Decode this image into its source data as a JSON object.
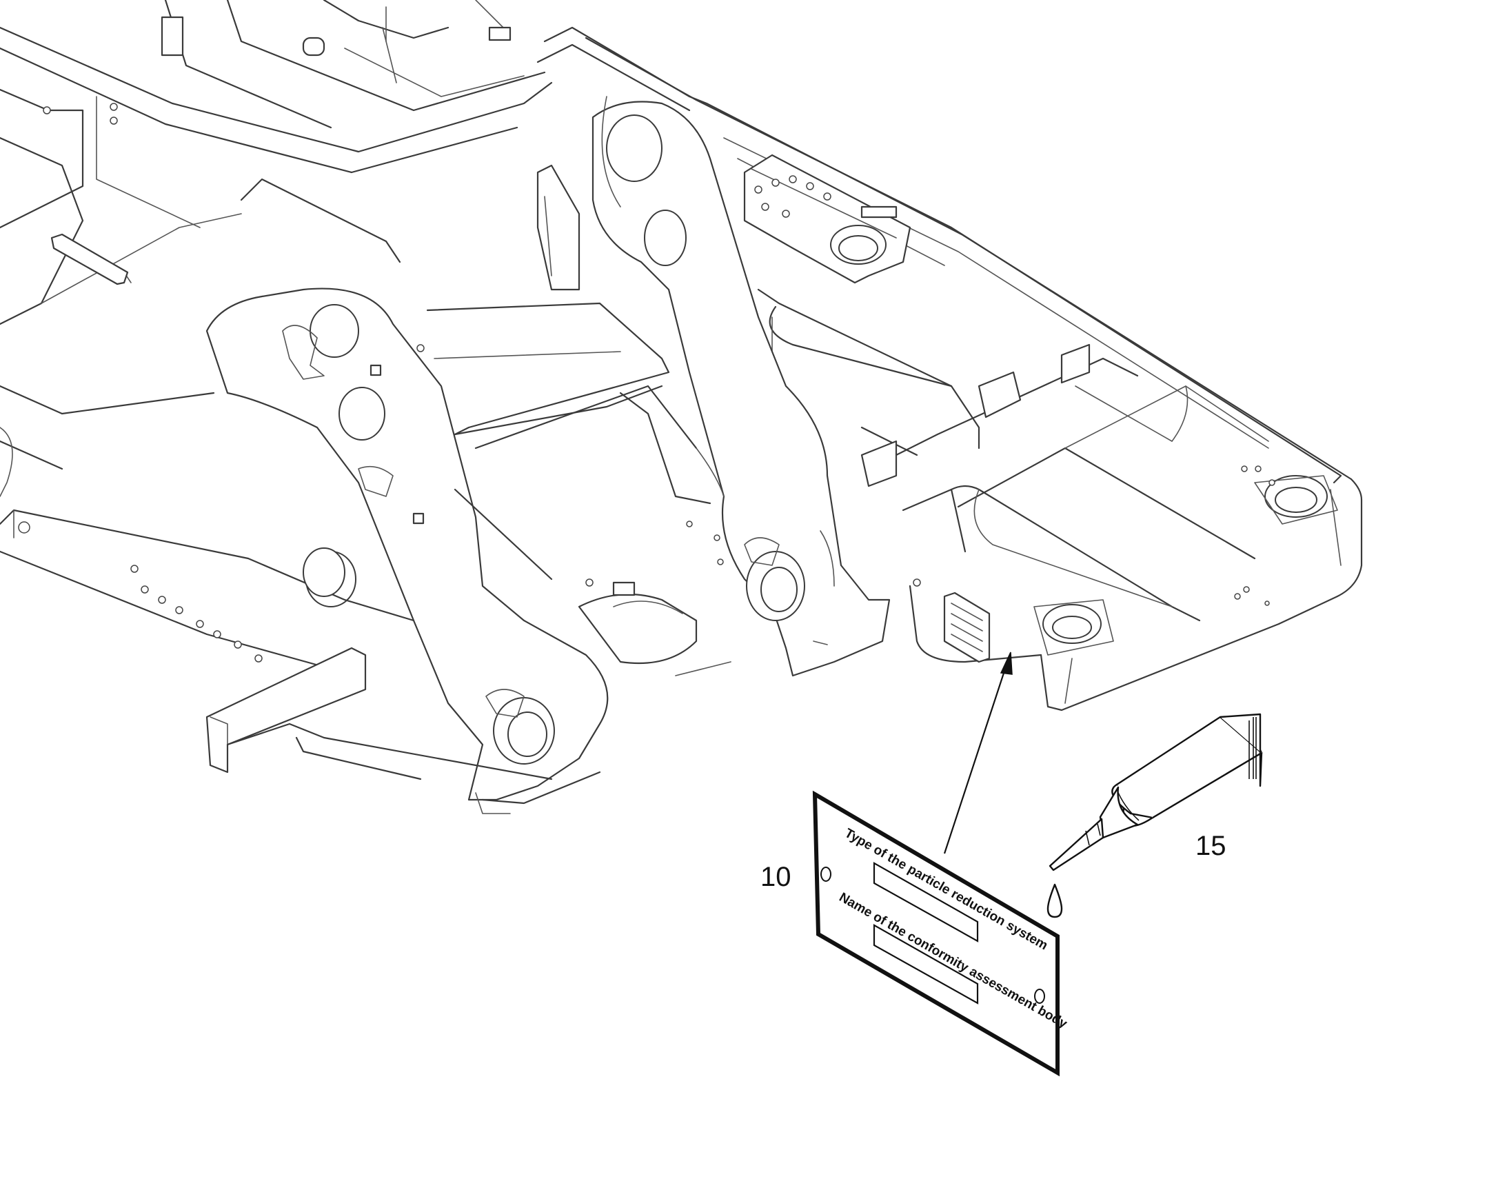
{
  "callouts": {
    "plate_number": "10",
    "adhesive_number": "15"
  },
  "plate": {
    "line1": "Type of the particle reduction system",
    "line2": "Name of the conformity assessment body"
  },
  "icons": {
    "adhesive": "adhesive-tube-icon",
    "drop": "adhesive-drop-icon",
    "leader": "leader-arrow-icon"
  },
  "colors": {
    "linework": "#3a3a3a",
    "plate_outline": "#111111",
    "background": "#ffffff"
  }
}
